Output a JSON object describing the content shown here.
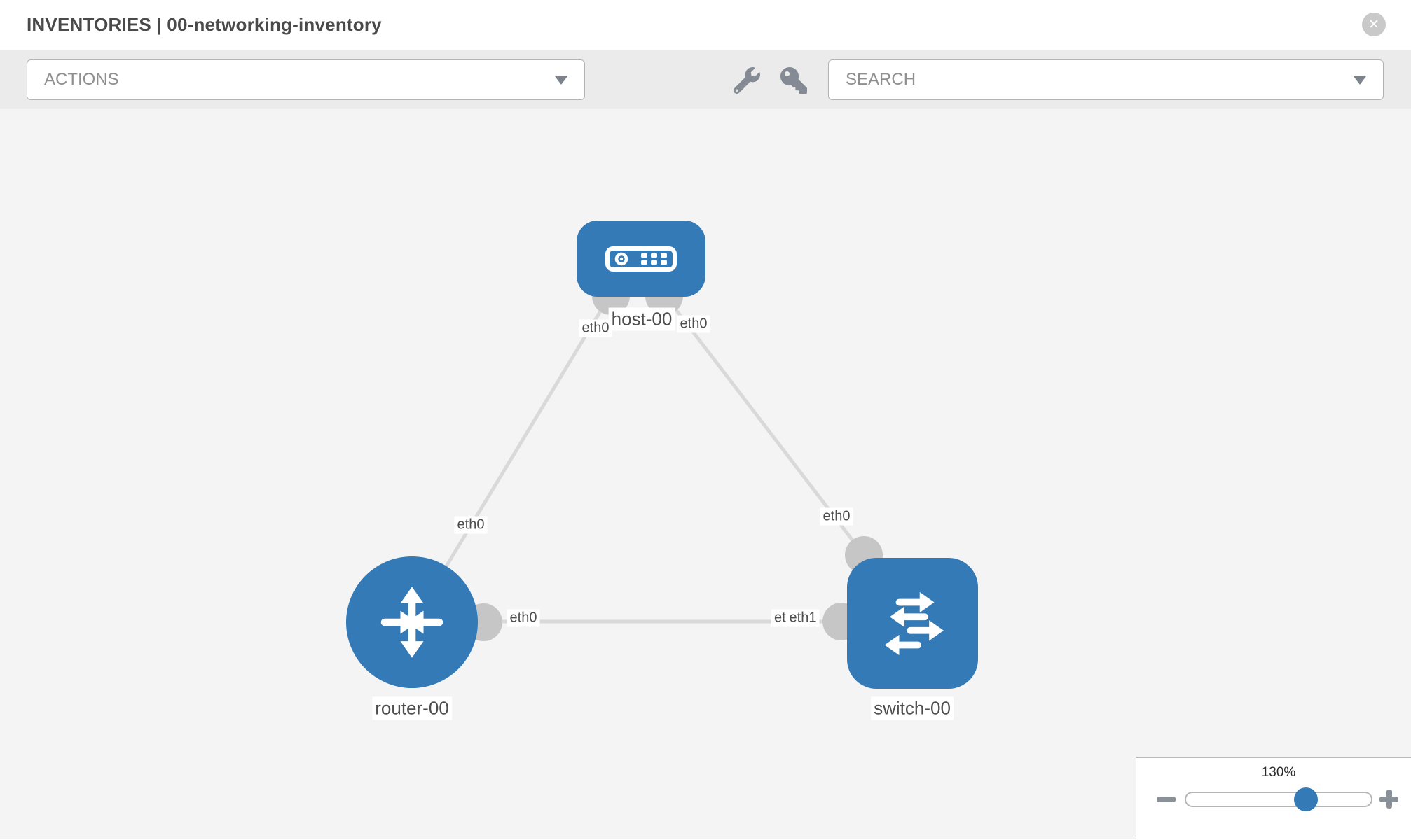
{
  "header": {
    "title": "INVENTORIES | 00-networking-inventory"
  },
  "toolbar": {
    "actions_placeholder": "ACTIONS",
    "search_placeholder": "SEARCH",
    "icons": [
      "wrench-icon",
      "key-icon",
      "chevron-down-icon",
      "close-icon"
    ]
  },
  "topology": {
    "nodes": [
      {
        "id": "host-00",
        "type": "host",
        "label": "host-00",
        "icon": "server-icon"
      },
      {
        "id": "router-00",
        "type": "router",
        "label": "router-00",
        "icon": "router-arrows-icon"
      },
      {
        "id": "switch-00",
        "type": "switch",
        "label": "switch-00",
        "icon": "switch-arrows-icon"
      }
    ],
    "links": [
      {
        "from": "host-00",
        "to": "router-00",
        "from_label": "eth0",
        "to_label": "eth0"
      },
      {
        "from": "host-00",
        "to": "switch-00",
        "from_label": "eth0",
        "to_label": "eth0"
      },
      {
        "from": "router-00",
        "to": "switch-00",
        "from_label": "eth0",
        "to_label": "eth1",
        "to_label_behind_clipped": "eth"
      }
    ]
  },
  "zoom_control": {
    "level": "130%",
    "minus_icon": "minus-icon",
    "plus_icon": "plus-icon"
  },
  "colors": {
    "node_blue": "#337ab7",
    "port_gray": "#c6c6c6",
    "link_gray": "#d9d9d9",
    "canvas_bg": "#f4f4f4",
    "toolbar_bg": "#ebebeb"
  }
}
